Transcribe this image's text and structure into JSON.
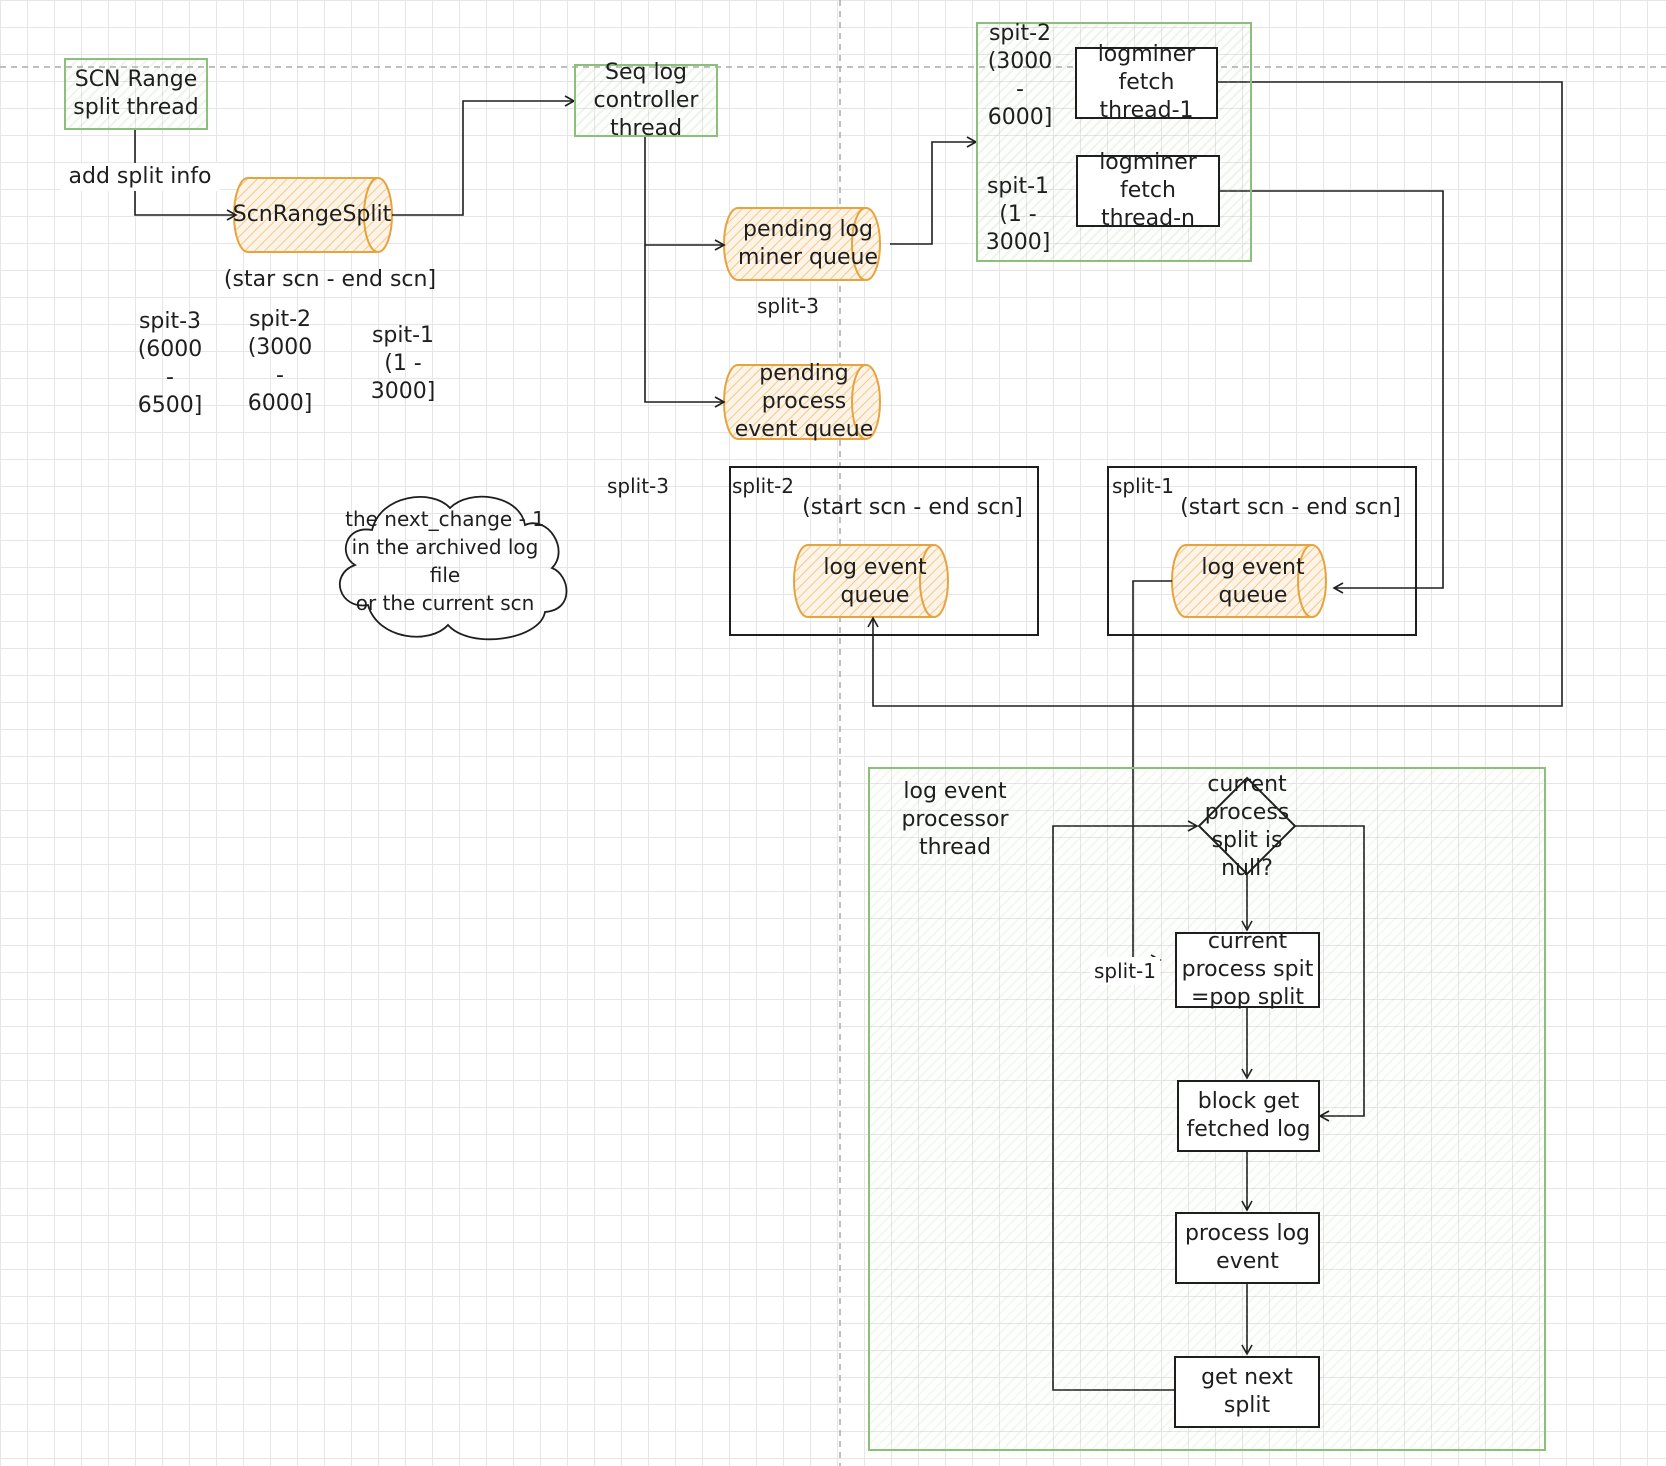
{
  "colors": {
    "green": "#8bbf7a",
    "orange": "#e8a33d",
    "ink": "#1e1e1e"
  },
  "nodes": {
    "scn_range_thread": "SCN Range\nsplit thread",
    "add_split_info": "add split info",
    "scn_range_split": "ScnRangeSplit",
    "star_scn_range": "(star scn - end scn]",
    "left_split3": "spit-3\n(6000\n-\n6500]",
    "left_split2": "spit-2\n(3000\n-\n6000]",
    "left_split1": "spit-1\n(1 -\n3000]",
    "cloud_note": "the next_change - 1\nin the archived log\nfile\nor the current scn",
    "seq_controller": "Seq log\ncontroller\nthread",
    "pending_miner_queue": "pending log\nminer queue",
    "miner_queue_split": "split-3",
    "pending_process_queue": "pending\nprocess\nevent queue",
    "free_split3": "split-3",
    "fetch_split2": "spit-2\n(3000\n-\n6000]",
    "fetch_split1": "spit-1\n(1 -\n3000]",
    "fetch_thread1": "logminer\nfetch\nthread-1",
    "fetch_threadn": "logminer\nfetch\nthread-n",
    "split2_box_title": "split-2",
    "split2_range": "(start scn - end scn]",
    "split2_queue": "log event\nqueue",
    "split1_box_title": "split-1",
    "split1_range": "(start scn - end scn]",
    "split1_queue": "log event\nqueue",
    "processor_title": "log event\nprocessor\nthread",
    "decision": "current\nprocess\nsplit is\nnull?",
    "pop_split": "current\nprocess spit\n=pop split",
    "pop_label": "split-1",
    "block_get": "block get\nfetched log",
    "process_event": "process log\nevent",
    "get_next": "get next\nsplit"
  }
}
